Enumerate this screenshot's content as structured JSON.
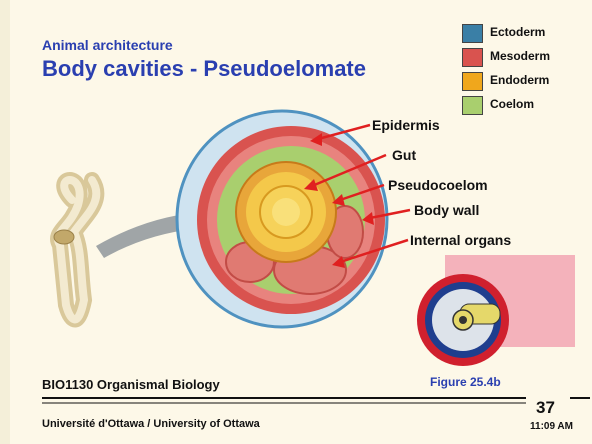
{
  "slide": {
    "subtitle": "Animal architecture",
    "title": "Body cavities - Pseudoelomate",
    "legend": [
      {
        "label": "Ectoderm",
        "color": "#3a7fa6"
      },
      {
        "label": "Mesoderm",
        "color": "#d9534f"
      },
      {
        "label": "Endoderm",
        "color": "#f0a71c"
      },
      {
        "label": "Coelom",
        "color": "#a9cf6e"
      }
    ],
    "labels": {
      "epidermis": "Epidermis",
      "gut": "Gut",
      "pseudocoelom": "Pseudocoelom",
      "body_wall": "Body wall",
      "internal_organs": "Internal organs"
    },
    "course": "BIO1130 Organismal Biology",
    "figure": "Figure 25.4b",
    "footer": "Université d'Ottawa / University of Ottawa",
    "page_number": "37",
    "time": "11:09 AM"
  }
}
